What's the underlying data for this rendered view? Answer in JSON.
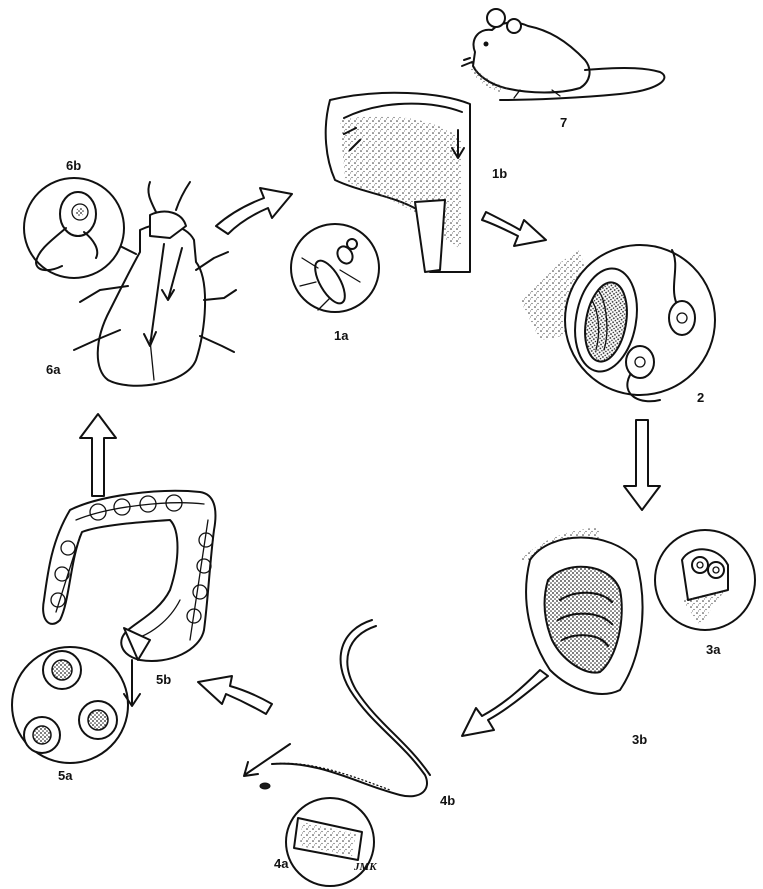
{
  "stage_labels": {
    "s1a": "1a",
    "s1b": "1b",
    "s2": "2",
    "s3a": "3a",
    "s3b": "3b",
    "s4a": "4a",
    "s4b": "4b",
    "s5a": "5a",
    "s5b": "5b",
    "s6a": "6a",
    "s6b": "6b",
    "s7": "7"
  },
  "signature": "JMK",
  "colors": {
    "ink": "#111111",
    "paper": "#ffffff"
  }
}
